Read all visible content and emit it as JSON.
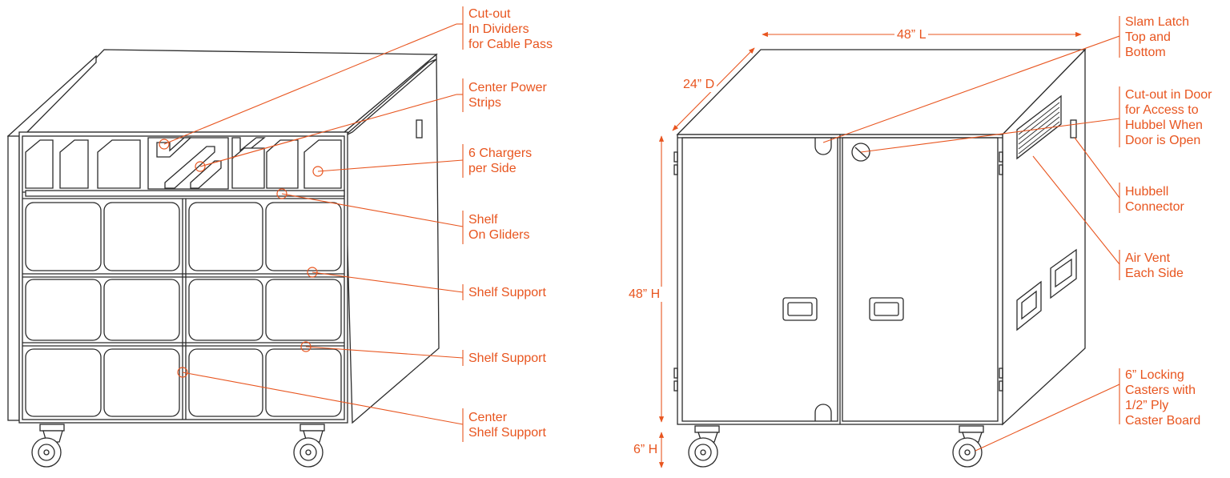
{
  "colors": {
    "accent": "#e8551f",
    "line": "#2b2b2b",
    "background": "#ffffff"
  },
  "left_callouts": {
    "cutout_dividers": "Cut-out\nIn Dividers\nfor Cable Pass",
    "center_power": "Center Power\nStrips",
    "chargers": "6 Chargers\nper Side",
    "shelf_gliders": "Shelf\nOn Gliders",
    "shelf_support_1": "Shelf Support",
    "shelf_support_2": "Shelf Support",
    "center_shelf_support": "Center\nShelf Support"
  },
  "right_callouts": {
    "slam_latch": "Slam Latch\nTop and\nBottom",
    "cutout_door": "Cut-out in Door\nfor Access to\nHubbel When\nDoor is Open",
    "hubbell": "Hubbell\nConnector",
    "air_vent": "Air Vent\nEach Side",
    "casters": "6” Locking\nCasters with\n1/2” Ply\nCaster Board"
  },
  "dimensions": {
    "length": "48” L",
    "depth": "24” D",
    "height": "48” H",
    "caster_height": "6” H"
  }
}
